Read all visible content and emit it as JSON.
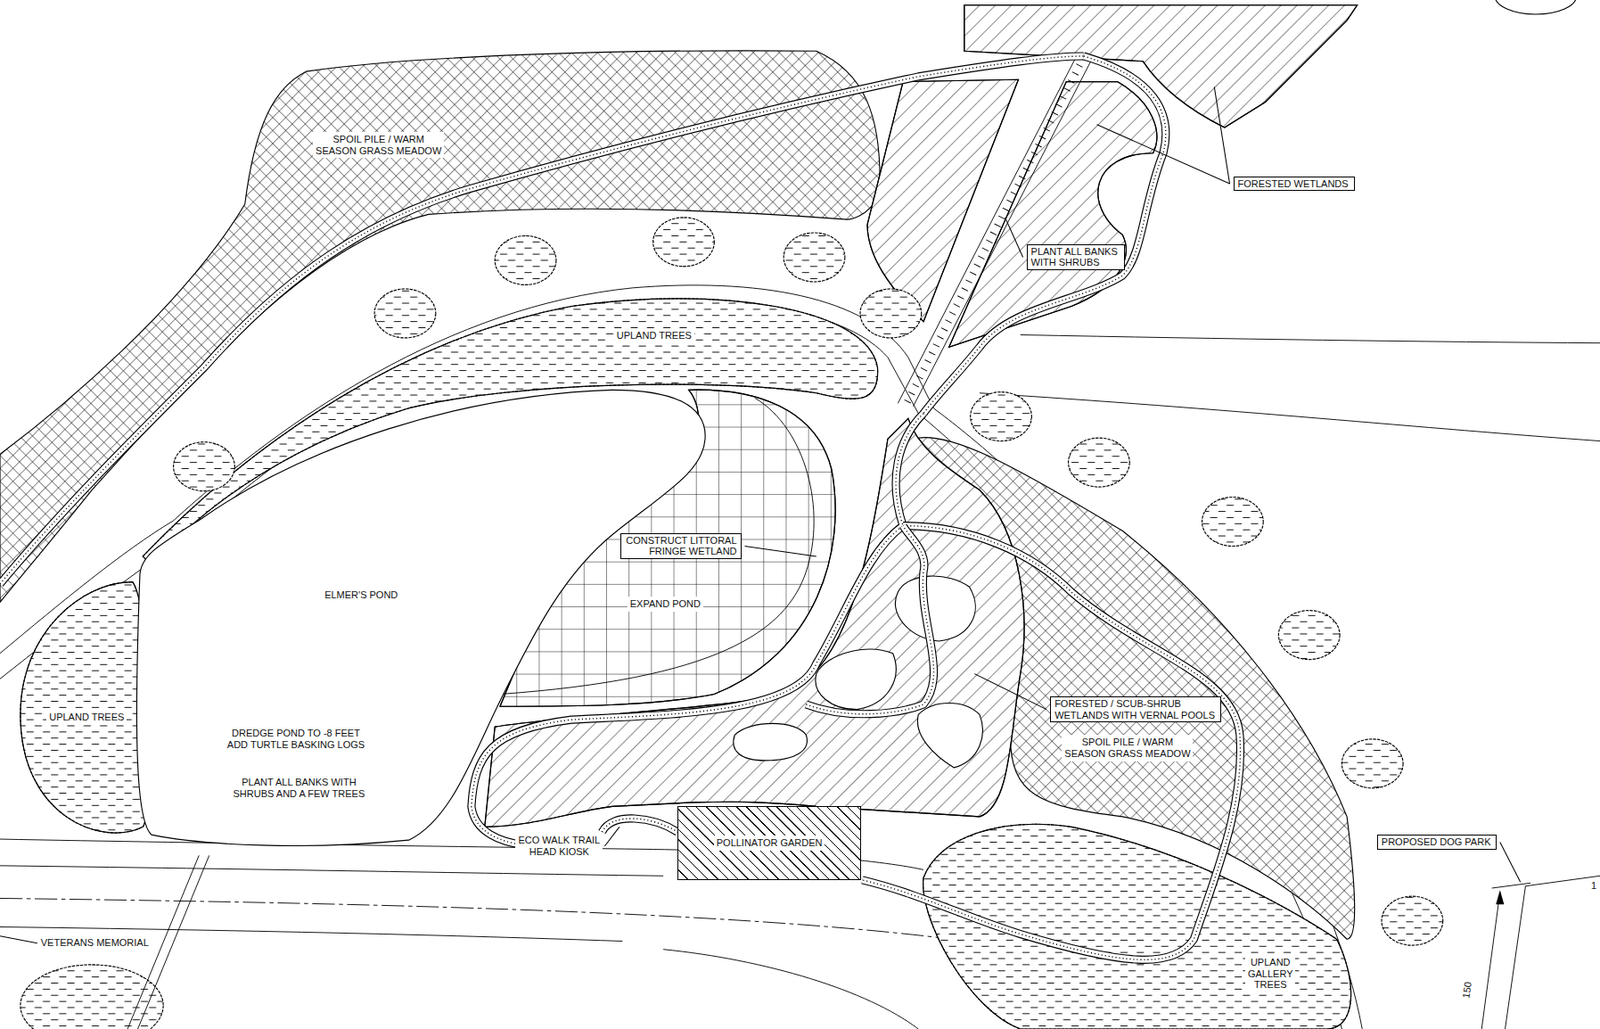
{
  "diagram": {
    "nodes": [
      {
        "text": [
          "FORESTED WETLANDS"
        ]
      },
      {
        "text": [
          "PLANT ALL BANKS WITH SHRUBS"
        ]
      },
      {
        "text": [
          "CONSTRUCT LITTORAL FRINGE WETLAND"
        ]
      },
      {
        "text": [
          "FORESTED / SCUB-SHRUB WETLANDS WITH VERNAL POOLS"
        ]
      },
      {
        "text": [
          "PROPOSED DOG PARK"
        ]
      },
      {
        "text": [
          "POLLINATOR GARDEN"
        ]
      }
    ],
    "labels": [
      "SPOIL PILE / WARM SEASON GRASS MEADOW",
      "UPLAND TREES",
      "EXPAND POND",
      "ELMER'S POND",
      "UPLAND TREES",
      "DREDGE POND TO -8 FEET ADD TURTLE BASKING LOGS",
      "PLANT ALL BANKS WITH SHRUBS AND A FEW TREES",
      "SPOIL PILE / WARM SEASON GRASS MEADOW",
      "ECO WALK TRAIL HEAD KIOSK",
      "VETERANS MEMORIAL",
      "UPLAND GALLERY TREES",
      "150",
      "1"
    ]
  }
}
